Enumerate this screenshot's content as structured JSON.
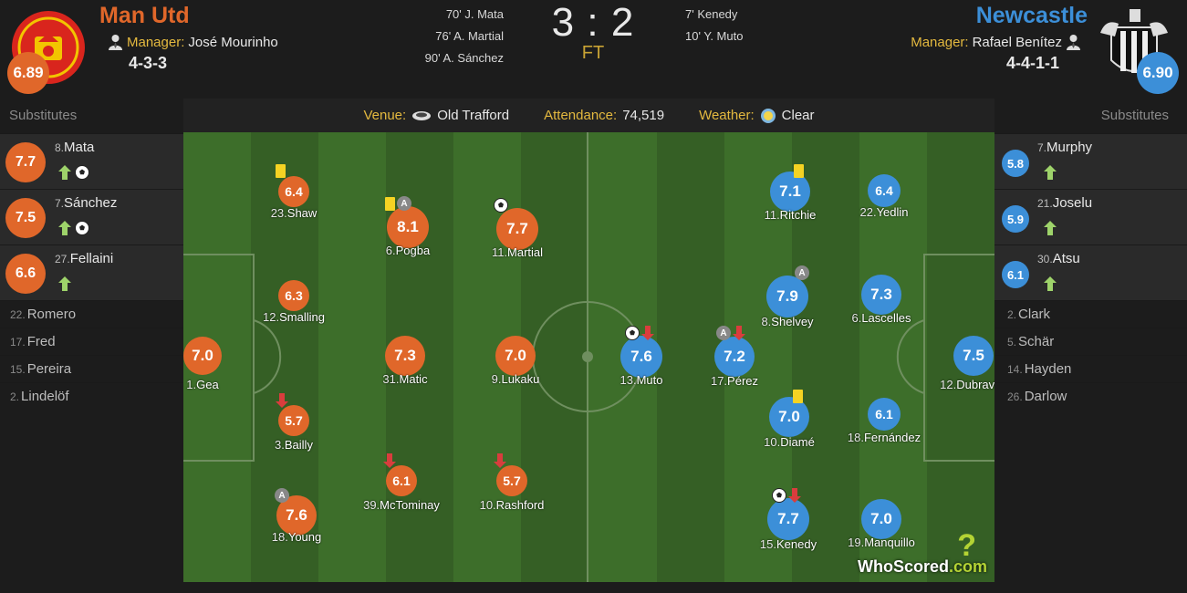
{
  "home": {
    "name": "Man Utd",
    "rating": "6.89",
    "manager_label": "Manager:",
    "manager": "José Mourinho",
    "formation": "4-3-3",
    "goals": [
      "70' J. Mata",
      "76' A. Martial",
      "90' A. Sánchez"
    ],
    "color": "#e0672a"
  },
  "away": {
    "name": "Newcastle",
    "rating": "6.90",
    "manager_label": "Manager:",
    "manager": "Rafael Benítez",
    "formation": "4-4-1-1",
    "goals": [
      "7' Kenedy",
      "10' Y. Muto"
    ],
    "color": "#3c8fd8"
  },
  "score": {
    "home": "3",
    "away": "2",
    "separator": ":",
    "status": "FT"
  },
  "info": {
    "venue_label": "Venue:",
    "venue": "Old Trafford",
    "attendance_label": "Attendance:",
    "attendance": "74,519",
    "weather_label": "Weather:",
    "weather": "Clear"
  },
  "subs_title": "Substitutes",
  "home_subs": [
    {
      "rating": "7.7",
      "num": "8.",
      "name": "Mata",
      "icons": [
        "sub-on-icon",
        "goal-icon"
      ]
    },
    {
      "rating": "7.5",
      "num": "7.",
      "name": "Sánchez",
      "icons": [
        "sub-on-icon",
        "goal-icon"
      ]
    },
    {
      "rating": "6.6",
      "num": "27.",
      "name": "Fellaini",
      "icons": [
        "sub-on-icon"
      ]
    }
  ],
  "home_bench": [
    {
      "num": "22.",
      "name": "Romero"
    },
    {
      "num": "17.",
      "name": "Fred"
    },
    {
      "num": "15.",
      "name": "Pereira"
    },
    {
      "num": "2.",
      "name": "Lindelöf"
    }
  ],
  "away_subs": [
    {
      "rating": "5.8",
      "num": "7.",
      "name": "Murphy",
      "icons": [
        "sub-on-icon"
      ]
    },
    {
      "rating": "5.9",
      "num": "21.",
      "name": "Joselu",
      "icons": [
        "sub-on-icon"
      ]
    },
    {
      "rating": "6.1",
      "num": "30.",
      "name": "Atsu",
      "icons": [
        "sub-on-icon"
      ]
    }
  ],
  "away_bench": [
    {
      "num": "2.",
      "name": "Clark"
    },
    {
      "num": "5.",
      "name": "Schär"
    },
    {
      "num": "14.",
      "name": "Hayden"
    },
    {
      "num": "26.",
      "name": "Darlow"
    }
  ],
  "home_players": [
    {
      "rating": "7.0",
      "num": "1.",
      "name": "Gea",
      "badges": []
    },
    {
      "rating": "6.4",
      "num": "23.",
      "name": "Shaw",
      "badges": [
        "yellow-card-icon"
      ]
    },
    {
      "rating": "6.3",
      "num": "12.",
      "name": "Smalling",
      "badges": []
    },
    {
      "rating": "5.7",
      "num": "3.",
      "name": "Bailly",
      "badges": [
        "sub-off-icon"
      ]
    },
    {
      "rating": "7.6",
      "num": "18.",
      "name": "Young",
      "badges": [
        "captain-icon"
      ]
    },
    {
      "rating": "8.1",
      "num": "6.",
      "name": "Pogba",
      "badges": [
        "yellow-card-icon",
        "captain-icon"
      ]
    },
    {
      "rating": "7.3",
      "num": "31.",
      "name": "Matic",
      "badges": []
    },
    {
      "rating": "6.1",
      "num": "39.",
      "name": "McTominay",
      "badges": [
        "sub-off-icon"
      ]
    },
    {
      "rating": "7.7",
      "num": "11.",
      "name": "Martial",
      "badges": [
        "goal-icon"
      ]
    },
    {
      "rating": "7.0",
      "num": "9.",
      "name": "Lukaku",
      "badges": []
    },
    {
      "rating": "5.7",
      "num": "10.",
      "name": "Rashford",
      "badges": [
        "sub-off-icon"
      ]
    }
  ],
  "away_players": [
    {
      "rating": "7.6",
      "num": "13.",
      "name": "Muto",
      "badges": [
        "goal-icon",
        "sub-off-icon"
      ]
    },
    {
      "rating": "7.2",
      "num": "17.",
      "name": "Pérez",
      "badges": [
        "captain-icon",
        "sub-off-icon"
      ]
    },
    {
      "rating": "7.1",
      "num": "11.",
      "name": "Ritchie",
      "badges": [
        "yellow-card-icon"
      ]
    },
    {
      "rating": "7.9",
      "num": "8.",
      "name": "Shelvey",
      "badges": [
        "captain-icon"
      ]
    },
    {
      "rating": "7.0",
      "num": "10.",
      "name": "Diamé",
      "badges": [
        "yellow-card-icon"
      ]
    },
    {
      "rating": "7.7",
      "num": "15.",
      "name": "Kenedy",
      "badges": [
        "goal-icon",
        "sub-off-icon"
      ]
    },
    {
      "rating": "6.4",
      "num": "22.",
      "name": "Yedlin",
      "badges": []
    },
    {
      "rating": "7.3",
      "num": "6.",
      "name": "Lascelles",
      "badges": []
    },
    {
      "rating": "6.1",
      "num": "18.",
      "name": "Fernández",
      "badges": []
    },
    {
      "rating": "7.0",
      "num": "19.",
      "name": "Manquillo",
      "badges": []
    },
    {
      "rating": "7.5",
      "num": "12.",
      "name": "Dubravka",
      "badges": []
    }
  ],
  "watermark": {
    "name": "WhoScored",
    "suffix": ".com"
  }
}
